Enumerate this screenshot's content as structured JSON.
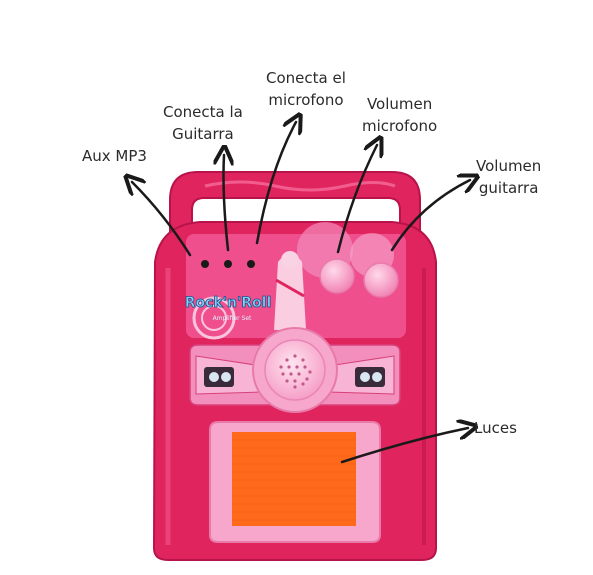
{
  "labels": {
    "aux": "Aux MP3",
    "guitar_jack": [
      "Conecta la",
      "Guitarra"
    ],
    "mic_jack": [
      "Conecta el",
      "microfono"
    ],
    "mic_volume": [
      "Volumen",
      "microfono"
    ],
    "guitar_volume": [
      "Volumen",
      "guitarra"
    ],
    "lights": "Luces"
  },
  "logo_text": "Rock n Roll",
  "logo_subtext": "Amplifier Set",
  "colors": {
    "body": "#e0245e",
    "body_dark": "#b8134a",
    "panel_pink": "#f7a6cc",
    "light_orange": "#ff6a1a",
    "arrow": "#1a1a1a"
  }
}
